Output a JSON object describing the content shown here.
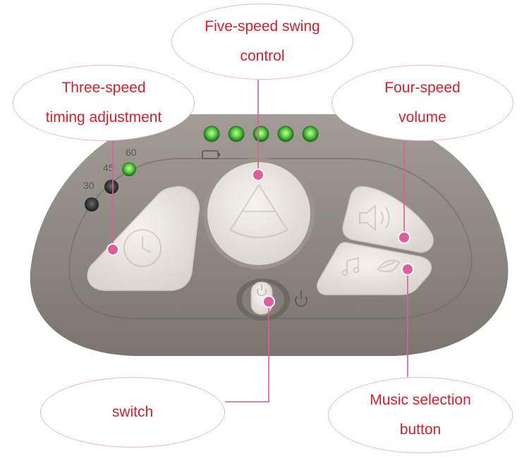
{
  "callouts": {
    "swing": {
      "line1": "Five-speed swing",
      "line2": "control"
    },
    "timing": {
      "line1": "Three-speed",
      "line2": "timing adjustment"
    },
    "volume": {
      "line1": "Four-speed",
      "line2": "volume"
    },
    "switch": {
      "line1": "switch"
    },
    "music": {
      "line1": "Music selection",
      "line2": "button"
    }
  },
  "timer_labels": [
    "30",
    "45",
    "60"
  ],
  "speed_led_count": 5,
  "colors": {
    "label_text": "#d8202a",
    "callout_border": "#e8b8cf",
    "pointer": "#e05c9b",
    "panel": "#8e8680",
    "button": "#ece8e1",
    "led_on": "#4cc83a",
    "led_off": "#2a2a2a"
  }
}
